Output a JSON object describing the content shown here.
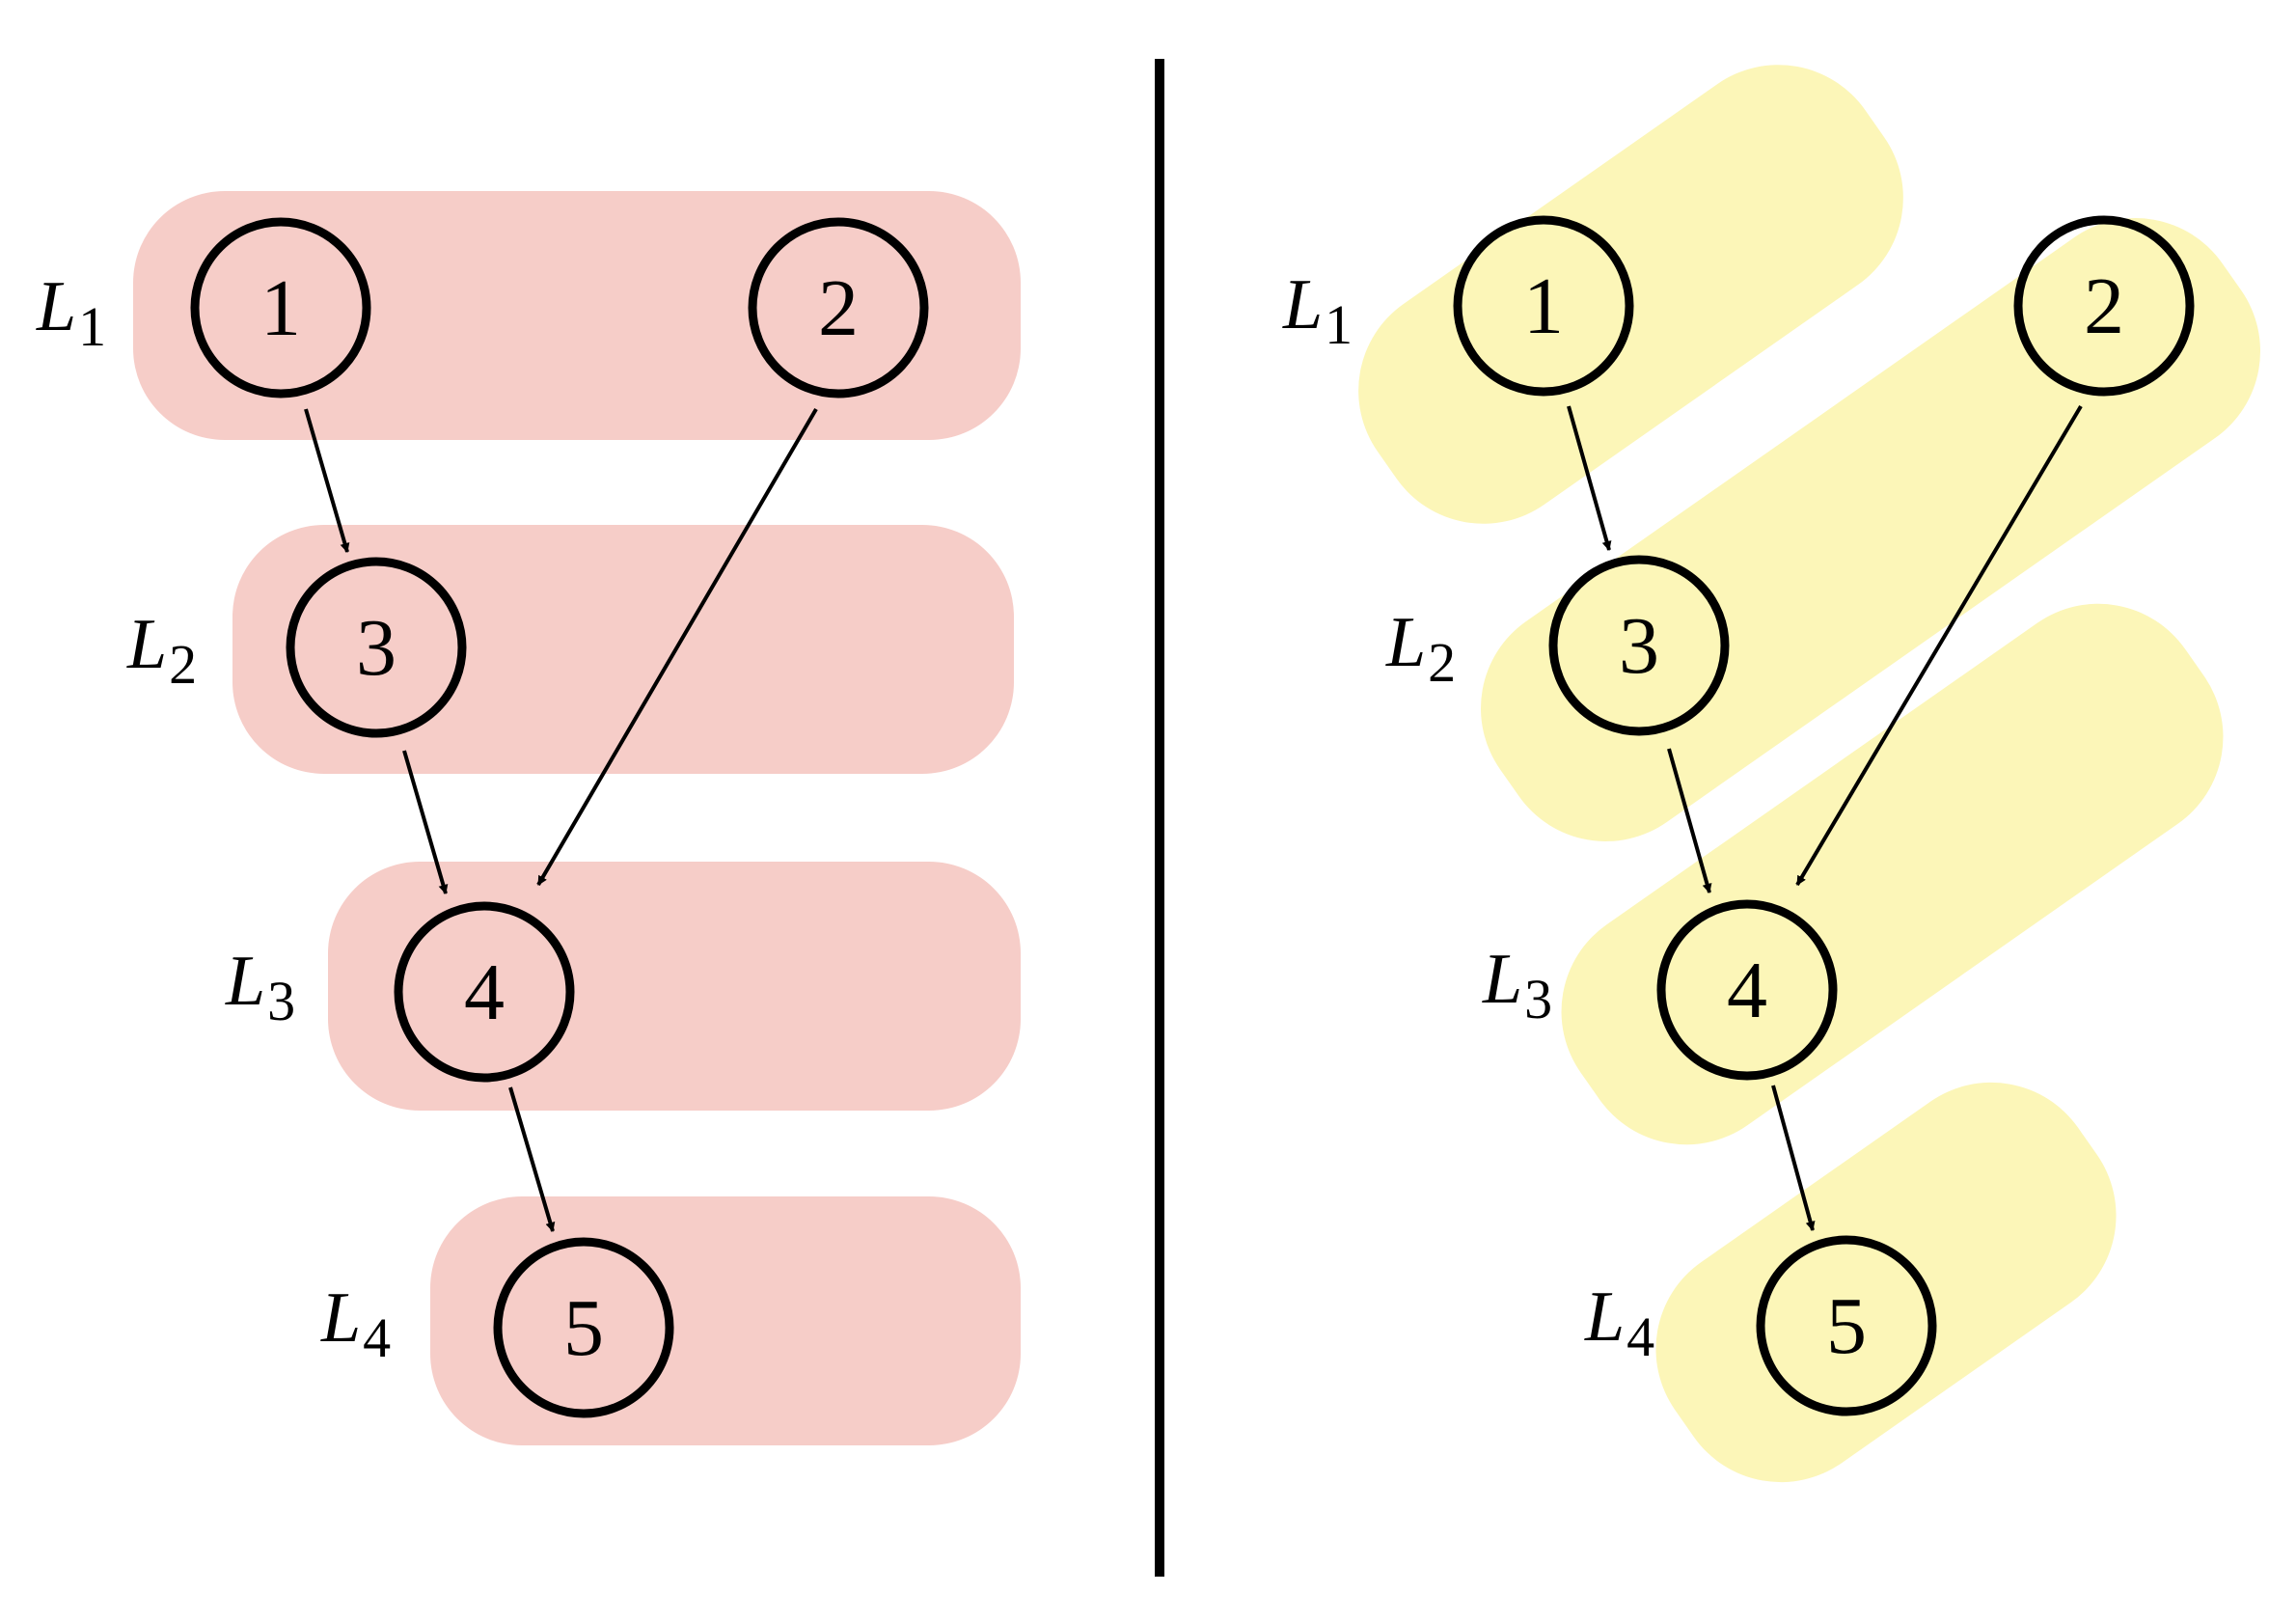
{
  "colors": {
    "left_band": "#f6cdc8",
    "right_band": "#fcf6b8",
    "stroke": "#000000",
    "background": "#ffffff"
  },
  "left_panel": {
    "nodes": [
      {
        "id": "1",
        "label": "1"
      },
      {
        "id": "2",
        "label": "2"
      },
      {
        "id": "3",
        "label": "3"
      },
      {
        "id": "4",
        "label": "4"
      },
      {
        "id": "5",
        "label": "5"
      }
    ],
    "layers": [
      {
        "id": "L1",
        "letter": "L",
        "sub": "1"
      },
      {
        "id": "L2",
        "letter": "L",
        "sub": "2"
      },
      {
        "id": "L3",
        "letter": "L",
        "sub": "3"
      },
      {
        "id": "L4",
        "letter": "L",
        "sub": "4"
      }
    ],
    "edges": [
      {
        "from": "1",
        "to": "3"
      },
      {
        "from": "2",
        "to": "4"
      },
      {
        "from": "3",
        "to": "4"
      },
      {
        "from": "4",
        "to": "5"
      }
    ]
  },
  "right_panel": {
    "nodes": [
      {
        "id": "1",
        "label": "1"
      },
      {
        "id": "2",
        "label": "2"
      },
      {
        "id": "3",
        "label": "3"
      },
      {
        "id": "4",
        "label": "4"
      },
      {
        "id": "5",
        "label": "5"
      }
    ],
    "layers": [
      {
        "id": "L1",
        "letter": "L",
        "sub": "1"
      },
      {
        "id": "L2",
        "letter": "L",
        "sub": "2"
      },
      {
        "id": "L3",
        "letter": "L",
        "sub": "3"
      },
      {
        "id": "L4",
        "letter": "L",
        "sub": "4"
      }
    ],
    "edges": [
      {
        "from": "1",
        "to": "3"
      },
      {
        "from": "2",
        "to": "4"
      },
      {
        "from": "3",
        "to": "4"
      },
      {
        "from": "4",
        "to": "5"
      }
    ]
  }
}
